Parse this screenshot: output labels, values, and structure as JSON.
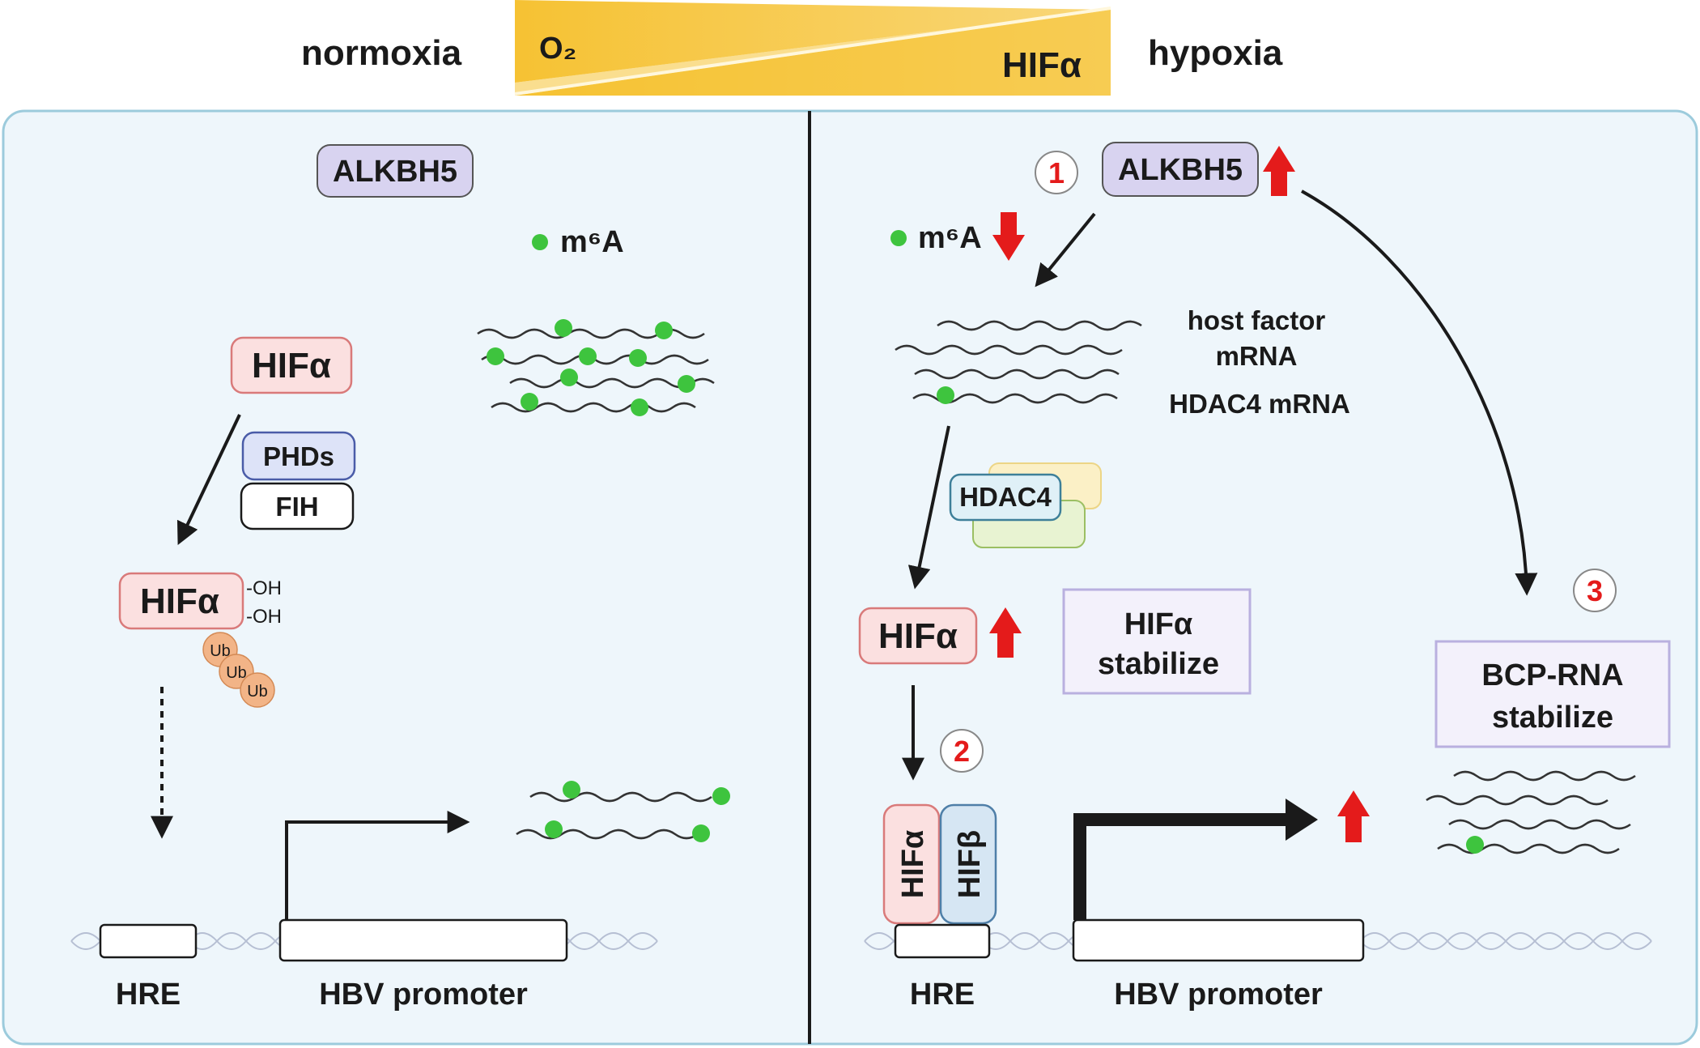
{
  "header": {
    "left_label": "normoxia",
    "right_label": "hypoxia",
    "gradient_left": "O₂",
    "gradient_right": "HIFα"
  },
  "left_panel": {
    "alkbh5": "ALKBH5",
    "m6a_legend": "m⁶A",
    "hif": "HIFα",
    "phds": "PHDs",
    "fih": "FIH",
    "hif_modified": "HIFα",
    "oh_1": "-OH",
    "oh_2": "-OH",
    "ub_labels": [
      "Ub",
      "Ub",
      "Ub"
    ],
    "hre": "HRE",
    "promoter": "HBV promoter"
  },
  "right_panel": {
    "step1": "1",
    "step2": "2",
    "step3": "3",
    "alkbh5": "ALKBH5",
    "m6a_legend": "m⁶A",
    "host_factor_line1": "host factor",
    "host_factor_line2": "mRNA",
    "hdac4_mrna": "HDAC4 mRNA",
    "hdac4": "HDAC4",
    "hif": "HIFα",
    "hif_stabilize_line1": "HIFα",
    "hif_stabilize_line2": "stabilize",
    "hifa_vertical": "HIFα",
    "hifb_vertical": "HIFβ",
    "hre": "HRE",
    "promoter": "HBV promoter",
    "bcp_line1": "BCP-RNA",
    "bcp_line2": "stabilize"
  },
  "colors": {
    "panel_bg": "#eef6fb",
    "panel_border": "#9ccbdc",
    "m6a_dot": "#3ec43e",
    "up_arrow": "#e41b1b",
    "hif_fill": "#fbe0e0",
    "hif_stroke": "#d97a7a",
    "alkbh5_fill": "#d8d3f0",
    "phds_fill": "#dde3f8",
    "ub_fill": "#f2b487",
    "stabilize_fill": "#f3f1fb",
    "stabilize_stroke": "#b9b0df",
    "gradient_yellow": "#f7c33a"
  }
}
